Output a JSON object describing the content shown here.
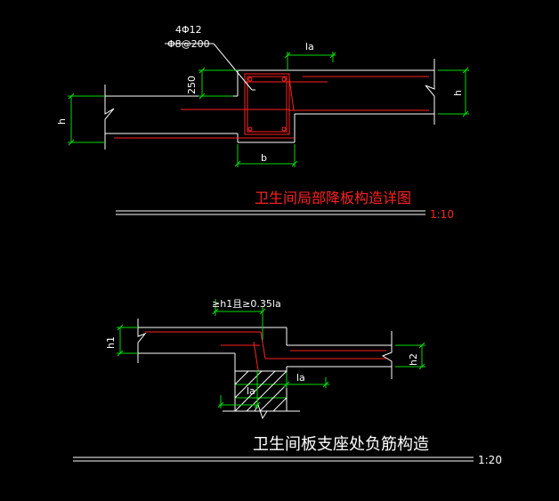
{
  "detail1": {
    "rebar_top": "4Φ12",
    "stirrup": "Φ8@200",
    "dim_250": "250",
    "dim_la": "la",
    "dim_h_left": "h",
    "dim_h_right": "h",
    "dim_b": "b",
    "title": "卫生间局部降板构造详图",
    "scale": "1:10"
  },
  "detail2": {
    "dim_top": "≥h1且≥0.35la",
    "dim_h1": "h1",
    "dim_h2": "h2",
    "dim_la_right": "la",
    "dim_la_left": "la",
    "title": "卫生间板支座处负筋构造",
    "scale": "1:20"
  },
  "colors": {
    "background": "#000000",
    "concrete": "#ffffff",
    "rebar": "#ff2020",
    "dimension": "#00dd00",
    "title": "#ff2020"
  }
}
